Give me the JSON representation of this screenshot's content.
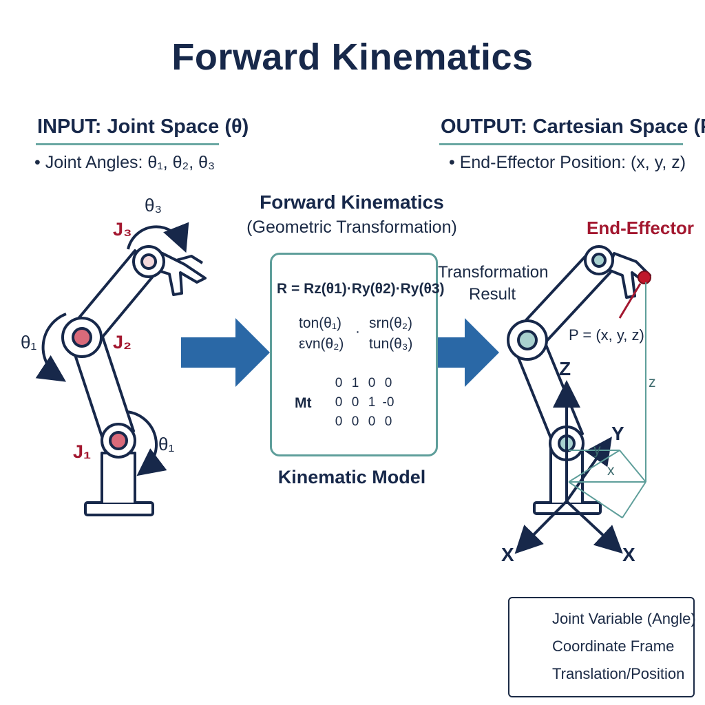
{
  "title": "Forward Kinematics",
  "input": {
    "heading": "INPUT: Joint Space (θ)",
    "bullet": "• Joint Angles: θ₁, θ₂, θ₃"
  },
  "output": {
    "heading": "OUTPUT: Cartesian Space (P)",
    "bullet": "• End-Effector Position: (x, y, z)"
  },
  "center": {
    "heading": "Forward Kinematics",
    "subheading": "(Geometric Transformation)",
    "rotation_eq": "R = Rz(θ1)·Ry(θ2)·Ry(θ3)",
    "vec_left_top": "ton(θ₁)",
    "vec_left_bottom": "εvn(θ₂)",
    "vec_dot": "·",
    "vec_right_top": "srn(θ₂)",
    "vec_right_bottom": "tun(θ₃)",
    "matrix_label": "Mt",
    "matrix_rows": [
      [
        "0",
        "1",
        "0",
        "0"
      ],
      [
        "0",
        "0",
        "1",
        "-0"
      ],
      [
        "0",
        "0",
        "0",
        "0"
      ]
    ],
    "model_label": "Kinematic Model"
  },
  "transformation_result": {
    "line1": "Transformation",
    "line2": "Result"
  },
  "left_robot": {
    "joints": [
      "J₃",
      "J₂",
      "J₁"
    ],
    "angles": [
      "θ₃",
      "θ₁",
      "θ₁"
    ]
  },
  "right_robot": {
    "end_effector_label": "End-Effector",
    "position_label": "P = (x, y, z)",
    "axes": {
      "z_big": "Z",
      "y_big": "Y",
      "x_left": "X",
      "x_right": "X",
      "z_small": "z",
      "y_small": "y",
      "x_small": "x"
    }
  },
  "legend": {
    "items": [
      "Joint Variable (Angle)",
      "Coordinate Frame",
      "Translation/Position"
    ]
  },
  "colors": {
    "navy": "#17284a",
    "arrow_blue": "#2a68a6",
    "teal": "#5e9e9a",
    "crimson": "#a3172f",
    "joint_pink": "#d96a7a",
    "joint_teal": "#a9d1cf"
  }
}
